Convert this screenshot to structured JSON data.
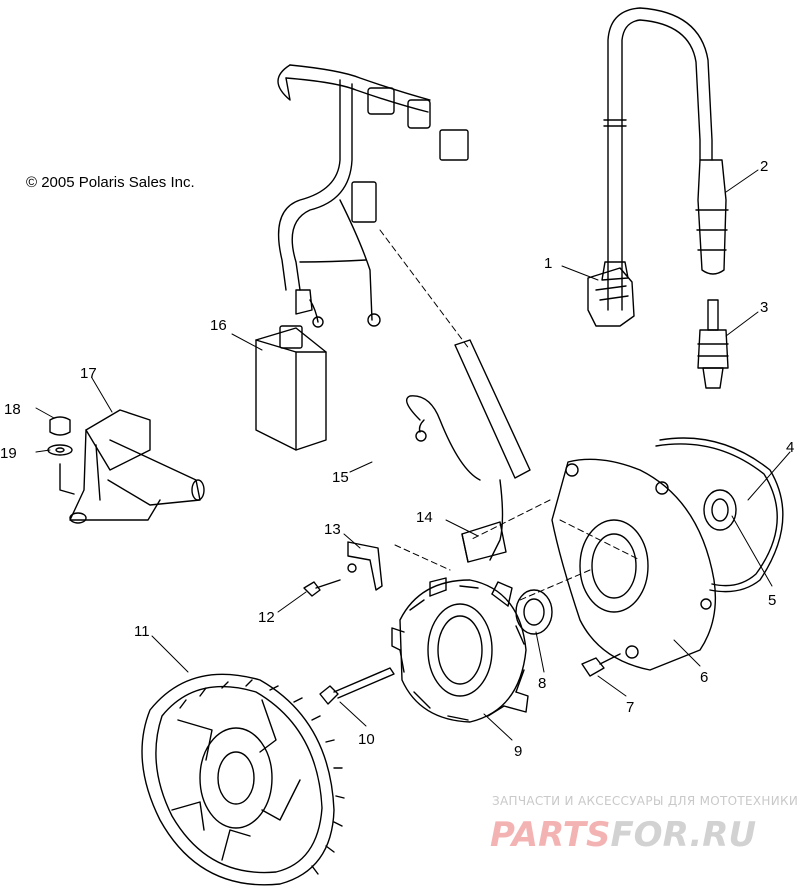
{
  "copyright": "© 2005 Polaris Sales Inc.",
  "watermark": {
    "tagline": "ЗАПЧАСТИ И АКСЕССУАРЫ ДЛЯ МОТОТЕХНИКИ",
    "logo_part1": "PARTS",
    "logo_part2": "FOR.RU",
    "color_part1": "#f4b3b3",
    "color_part2": "#d2d2d2"
  },
  "callouts": [
    "1",
    "2",
    "3",
    "4",
    "5",
    "6",
    "7",
    "8",
    "9",
    "10",
    "11",
    "12",
    "13",
    "14",
    "15",
    "16",
    "17",
    "18",
    "19"
  ],
  "colors": {
    "line": "#000000",
    "background": "#ffffff"
  }
}
